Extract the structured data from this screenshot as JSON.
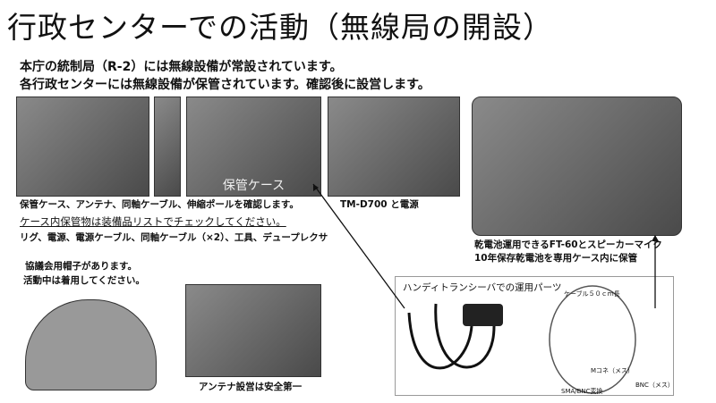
{
  "title": "行政センターでの活動（無線局の開設）",
  "intro": [
    "本庁の統制局（R-2）には無線設備が常設されています。",
    "各行政センターには無線設備が保管されています。確認後に設営します。"
  ],
  "photo_case_label": "保管ケース",
  "captions": {
    "case": "保管ケース、アンテナ、同軸ケーブル、伸縮ポールを確認します。",
    "checklist": "ケース内保管物は装備品リストでチェックしてください。",
    "items": "リグ、電源、電源ケーブル、同軸ケーブル（×2）、工具、デュープレクサ",
    "radio": "TM-D700 と電源",
    "hat": [
      "協議会用帽子があります。",
      "活動中は着用してください。"
    ],
    "antenna": "アンテナ設営は安全第一",
    "ft60": [
      "乾電池運用できるFT-60とスピーカーマイク",
      "10年保存乾電池を専用ケース内に保管"
    ]
  },
  "parts": {
    "title": "ハンディトランシーバでの運用パーツ",
    "cable": "ケーブル５０ｃｍ長",
    "mconn": "Mコネ（メス）",
    "bnc": "BNC（メス）",
    "sma": "SMA/BNC変換"
  }
}
